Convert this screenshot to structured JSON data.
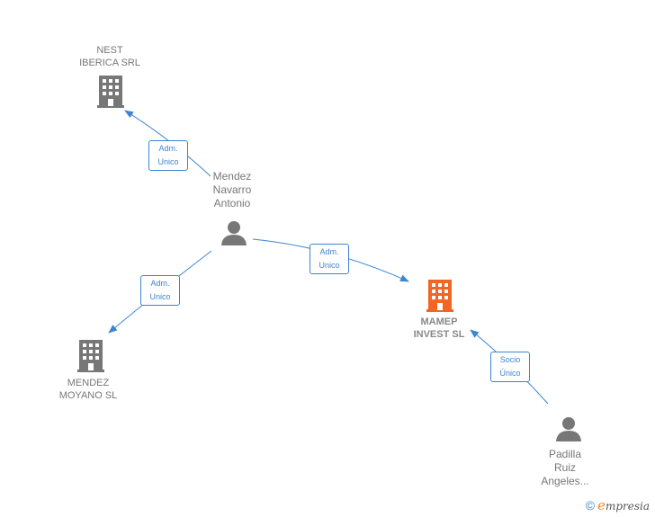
{
  "colors": {
    "edge": "#3d85d1",
    "company_icon": "#777777",
    "focus_company_icon": "#f26522",
    "person_icon": "#777777"
  },
  "nodes": {
    "nest": {
      "label": "NEST\nIBERICA SRL",
      "icon": "building-icon"
    },
    "mendez_navarro": {
      "label": "Mendez\nNavarro\nAntonio",
      "icon": "person-icon"
    },
    "mendez_moyano": {
      "label": "MENDEZ\nMOYANO SL",
      "icon": "building-icon"
    },
    "mamep": {
      "label": "MAMEP\nINVEST  SL",
      "icon": "building-icon"
    },
    "padilla": {
      "label": "Padilla\nRuiz\nAngeles...",
      "icon": "person-icon"
    }
  },
  "edges": {
    "to_nest": {
      "line1": "Adm.",
      "line2": "Unico"
    },
    "to_mamep": {
      "line1": "Adm.",
      "line2": "Unico"
    },
    "to_moyano": {
      "line1": "Adm.",
      "line2": "Unico"
    },
    "padilla_to_mamep": {
      "line1": "Socio",
      "line2": "Único"
    }
  },
  "footer": {
    "copyright_symbol": "©",
    "brand_first": "e",
    "brand_rest": "mpresia"
  }
}
